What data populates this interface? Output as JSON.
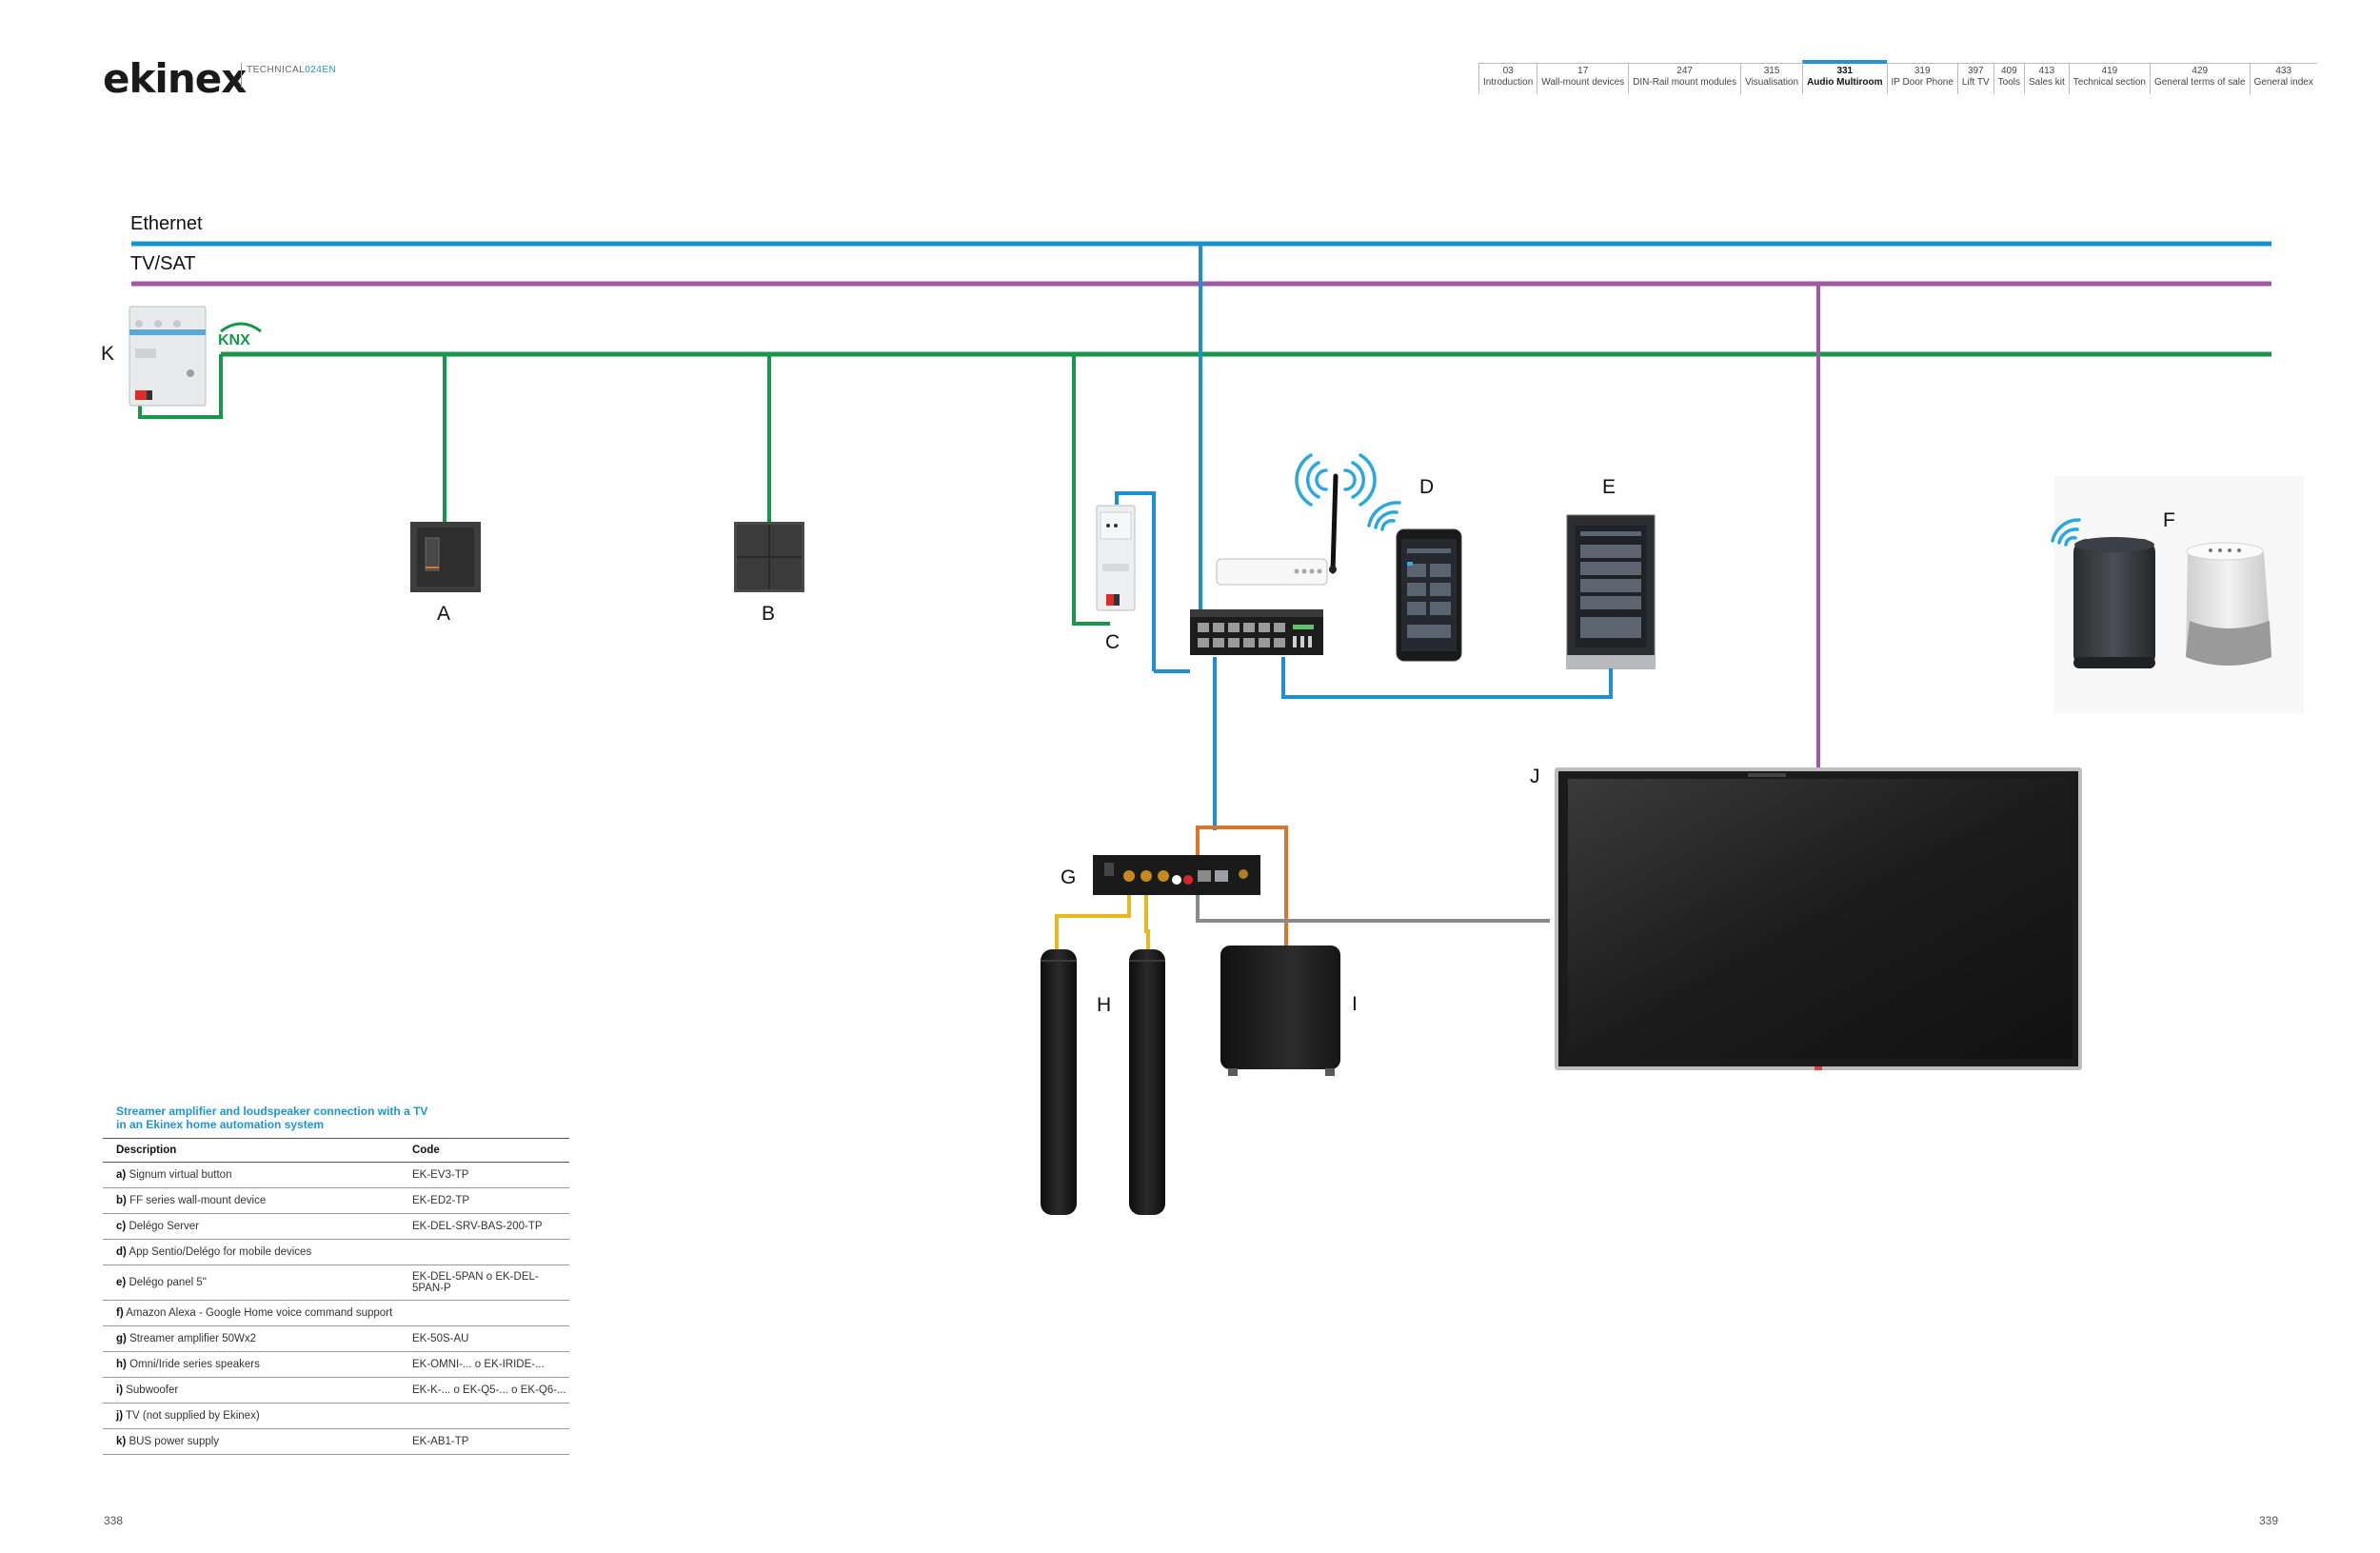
{
  "header": {
    "brand": "ekinex",
    "tag_prefix": "TECHNICAL",
    "tag_suffix": "024EN",
    "nav": [
      {
        "num": "03",
        "label": "Introduction"
      },
      {
        "num": "17",
        "label": "Wall-mount devices"
      },
      {
        "num": "247",
        "label": "DIN-Rail mount modules"
      },
      {
        "num": "315",
        "label": "Visualisation"
      },
      {
        "num": "331",
        "label": "Audio Multiroom",
        "active": true
      },
      {
        "num": "319",
        "label": "IP Door Phone"
      },
      {
        "num": "397",
        "label": "Lift TV"
      },
      {
        "num": "409",
        "label": "Tools"
      },
      {
        "num": "413",
        "label": "Sales kit"
      },
      {
        "num": "419",
        "label": "Technical section"
      },
      {
        "num": "429",
        "label": "General terms of sale"
      },
      {
        "num": "433",
        "label": "General index"
      }
    ]
  },
  "diagram": {
    "buses": {
      "ethernet": "Ethernet",
      "tvsat": "TV/SAT",
      "knx_logo": "KNX"
    },
    "labels": {
      "A": "A",
      "B": "B",
      "C": "C",
      "D": "D",
      "E": "E",
      "F": "F",
      "G": "G",
      "H": "H",
      "I": "I",
      "J": "J",
      "K": "K"
    },
    "colors": {
      "ethernet": "#1e8fd0",
      "tvsat": "#9b5aa3",
      "knx": "#16974a",
      "audio": "#e8b820",
      "sub": "#d9762e",
      "hdmi": "#8a8a8a"
    }
  },
  "legend": {
    "title_line1": "Streamer amplifier and loudspeaker connection with a TV",
    "title_line2": "in an Ekinex home automation system",
    "col_desc": "Description",
    "col_code": "Code",
    "rows": [
      {
        "key": "a)",
        "desc": "Signum virtual button",
        "code": "EK-EV3-TP"
      },
      {
        "key": "b)",
        "desc": "FF series wall-mount device",
        "code": "EK-ED2-TP"
      },
      {
        "key": "c)",
        "desc": "Delégo Server",
        "code": "EK-DEL-SRV-BAS-200-TP"
      },
      {
        "key": "d)",
        "desc": "App Sentio/Delégo for mobile devices",
        "code": ""
      },
      {
        "key": "e)",
        "desc": "Delégo panel 5\"",
        "code": "EK-DEL-5PAN o EK-DEL-5PAN-P"
      },
      {
        "key": "f)",
        "desc": "Amazon Alexa - Google Home voice command support",
        "code": ""
      },
      {
        "key": "g)",
        "desc": "Streamer amplifier 50Wx2",
        "code": "EK-50S-AU"
      },
      {
        "key": "h)",
        "desc": "Omni/Iride series speakers",
        "code": "EK-OMNI-... o EK-IRIDE-..."
      },
      {
        "key": "i)",
        "desc": "Subwoofer",
        "code": "EK-K-... o EK-Q5-... o EK-Q6-..."
      },
      {
        "key": "j)",
        "desc": "TV (not supplied by Ekinex)",
        "code": ""
      },
      {
        "key": "k)",
        "desc": "BUS power supply",
        "code": "EK-AB1-TP"
      }
    ]
  },
  "pages": {
    "left": "338",
    "right": "339"
  }
}
